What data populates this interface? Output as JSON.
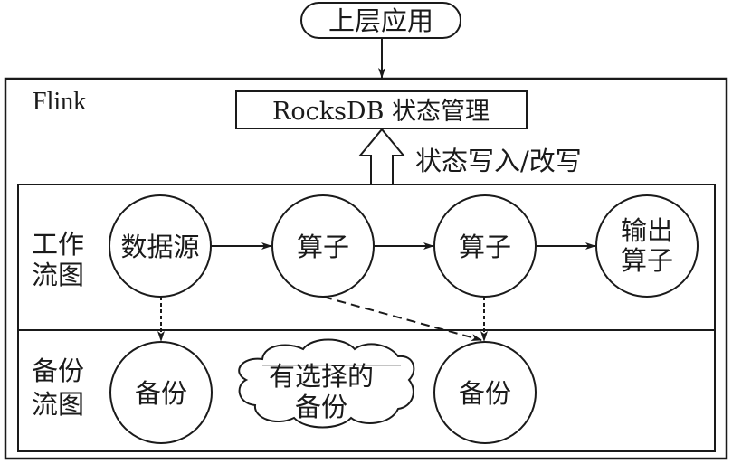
{
  "top_app": {
    "label": "上层应用"
  },
  "flink": {
    "label": "Flink"
  },
  "rocksdb": {
    "label": "RocksDB 状态管理"
  },
  "state_write": {
    "label": "状态写入/改写"
  },
  "work_flow": {
    "label_line1": "工作",
    "label_line2": "流图",
    "nodes": [
      {
        "id": "source",
        "lines": [
          "数据源"
        ]
      },
      {
        "id": "operator1",
        "lines": [
          "算子"
        ]
      },
      {
        "id": "operator2",
        "lines": [
          "算子"
        ]
      },
      {
        "id": "output",
        "lines": [
          "输出",
          "算子"
        ]
      }
    ]
  },
  "backup_flow": {
    "label_line1": "备份",
    "label_line2": "流图",
    "backup1": {
      "label": "备份"
    },
    "selective": {
      "line1": "有选择的",
      "line2": "备份"
    },
    "backup2": {
      "label": "备份"
    }
  },
  "colors": {
    "stroke": "#1a1a1a",
    "background": "#ffffff"
  }
}
